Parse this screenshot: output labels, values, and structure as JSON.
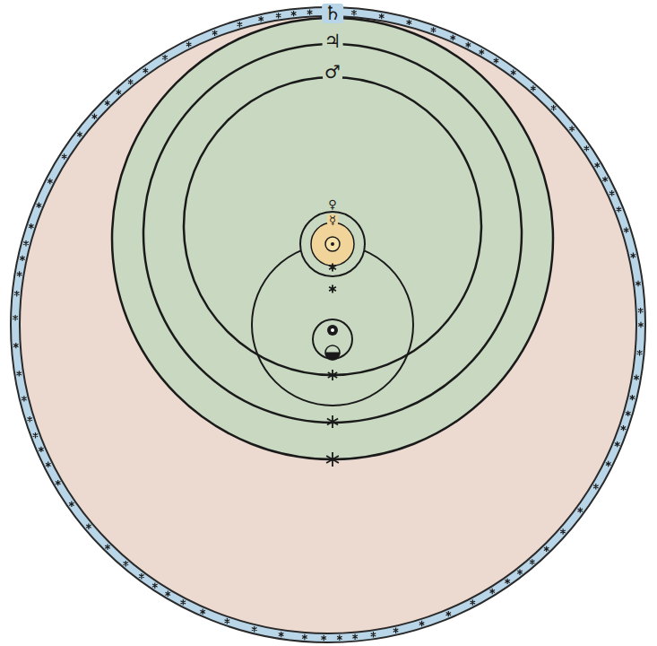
{
  "diagram": {
    "labels": [
      "♄",
      "♃",
      "♂",
      "♀",
      "☿"
    ]
  }
}
